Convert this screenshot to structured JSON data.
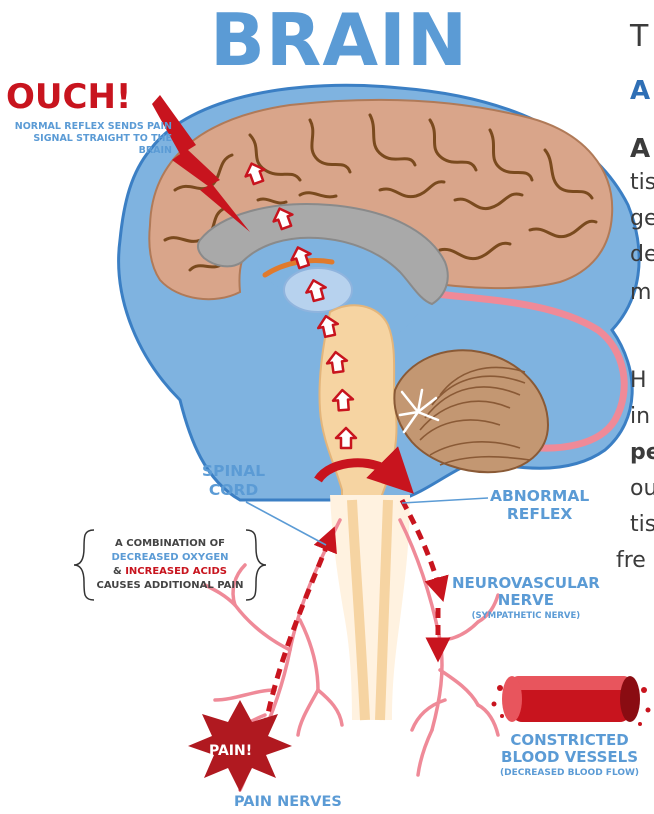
{
  "title": "BRAIN",
  "ouch": "OUCH!",
  "reflex_note": "NORMAL REFLEX SENDS PAIN SIGNAL STRAIGHT TO THE BRAIN",
  "spinal_cord": [
    "SPINAL",
    "CORD"
  ],
  "abnormal_reflex": [
    "ABNORMAL",
    "REFLEX"
  ],
  "combo": {
    "line1": "A COMBINATION OF",
    "line2": "DECREASED OXYGEN",
    "line3_amp": "& ",
    "line3_red": "INCREASED ACIDS",
    "line4": "CAUSES ADDITIONAL PAIN"
  },
  "neurovascular": {
    "line1": "NEUROVASCULAR",
    "line2": "NERVE",
    "sub": "(SYMPATHETIC NERVE)"
  },
  "pain_star": "PAIN!",
  "pain_nerves": "PAIN NERVES",
  "constricted": {
    "line1": "CONSTRICTED",
    "line2": "BLOOD VESSELS",
    "sub": "(DECREASED BLOOD FLOW)"
  },
  "side_text": [
    "T",
    "A",
    "A",
    "tis",
    "ge",
    "de",
    "m",
    "H",
    "in",
    "pe",
    "ou",
    "tis",
    "fre"
  ],
  "colors": {
    "blue": "#5b9bd5",
    "red": "#c8141e",
    "brain": "#d9a58a",
    "sulci": "#7a4a1e",
    "csf": "#7fb3e0",
    "pink": "#ef8a98",
    "stem": "#f6d4a2"
  }
}
